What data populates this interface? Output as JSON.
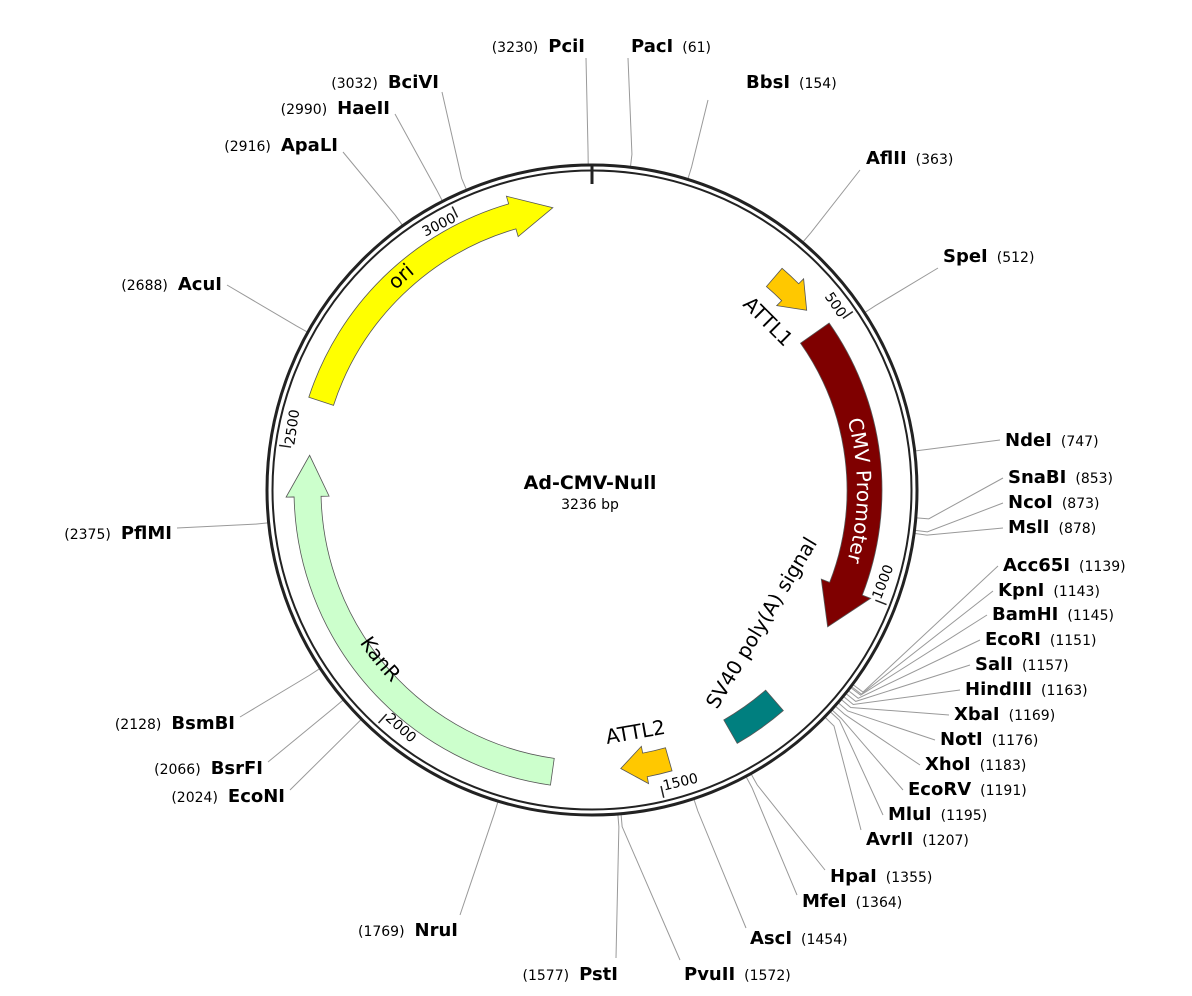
{
  "plasmid": {
    "name": "Ad-CMV-Null",
    "size_label": "3236 bp",
    "length_bp": 3236
  },
  "ticks": [
    {
      "bp": 500,
      "label": "500"
    },
    {
      "bp": 1000,
      "label": "1000"
    },
    {
      "bp": 1500,
      "label": "1500"
    },
    {
      "bp": 2000,
      "label": "2000"
    },
    {
      "bp": 2500,
      "label": "2500"
    },
    {
      "bp": 3000,
      "label": "3000"
    }
  ],
  "features": [
    {
      "name": "ori",
      "start": 2590,
      "end": 3165,
      "color": "#ffff00",
      "arrow": true
    },
    {
      "name": "KanR",
      "start": 1690,
      "end": 2490,
      "color": "#ccffcc",
      "arrow": true
    },
    {
      "name": "CMV Promoter",
      "start": 493,
      "end": 1080,
      "color": "#7f0000",
      "arrow": true
    },
    {
      "name": "SV40 poly(A) signal",
      "start": 1250,
      "end": 1350,
      "color": "#007f7f",
      "arrow": false
    },
    {
      "name": "ATTL1",
      "start": 365,
      "end": 450,
      "color": "#ffc800",
      "arrow": true
    },
    {
      "name": "ATTL2",
      "start": 1475,
      "end": 1565,
      "color": "#ffc800",
      "arrow": true
    }
  ],
  "enzymes": [
    {
      "name": "PciI",
      "pos": "3230"
    },
    {
      "name": "PacI",
      "pos": "61"
    },
    {
      "name": "BbsI",
      "pos": "154"
    },
    {
      "name": "AflII",
      "pos": "363"
    },
    {
      "name": "SpeI",
      "pos": "512"
    },
    {
      "name": "NdeI",
      "pos": "747"
    },
    {
      "name": "SnaBI",
      "pos": "853"
    },
    {
      "name": "NcoI",
      "pos": "873"
    },
    {
      "name": "MslI",
      "pos": "878"
    },
    {
      "name": "Acc65I",
      "pos": "1139"
    },
    {
      "name": "KpnI",
      "pos": "1143"
    },
    {
      "name": "BamHI",
      "pos": "1145"
    },
    {
      "name": "EcoRI",
      "pos": "1151"
    },
    {
      "name": "SalI",
      "pos": "1157"
    },
    {
      "name": "HindIII",
      "pos": "1163"
    },
    {
      "name": "XbaI",
      "pos": "1169"
    },
    {
      "name": "NotI",
      "pos": "1176"
    },
    {
      "name": "XhoI",
      "pos": "1183"
    },
    {
      "name": "EcoRV",
      "pos": "1191"
    },
    {
      "name": "MluI",
      "pos": "1195"
    },
    {
      "name": "AvrII",
      "pos": "1207"
    },
    {
      "name": "HpaI",
      "pos": "1355"
    },
    {
      "name": "MfeI",
      "pos": "1364"
    },
    {
      "name": "AscI",
      "pos": "1454"
    },
    {
      "name": "PvuII",
      "pos": "1572"
    },
    {
      "name": "PstI",
      "pos": "1577"
    },
    {
      "name": "NruI",
      "pos": "1769"
    },
    {
      "name": "EcoNI",
      "pos": "2024"
    },
    {
      "name": "BsrFI",
      "pos": "2066"
    },
    {
      "name": "BsmBI",
      "pos": "2128"
    },
    {
      "name": "PflMI",
      "pos": "2375"
    },
    {
      "name": "AcuI",
      "pos": "2688"
    },
    {
      "name": "ApaLI",
      "pos": "2916"
    },
    {
      "name": "HaeII",
      "pos": "2990"
    },
    {
      "name": "BciVI",
      "pos": "3032"
    }
  ]
}
